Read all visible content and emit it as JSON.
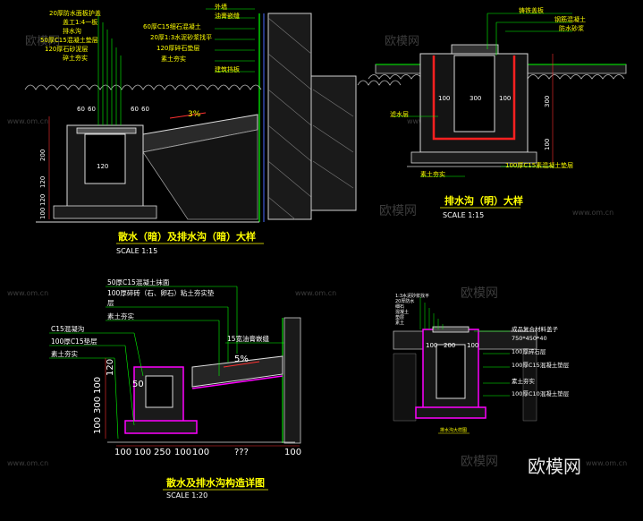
{
  "watermark": {
    "brand": "欧模网",
    "url": "www.om.cn"
  },
  "colors": {
    "yellow": "#ffff00",
    "white": "#ffffff",
    "magenta": "#ff00ff",
    "green": "#00ff00",
    "red": "#ff2020",
    "cyan": "#00ffff",
    "blue": "#4a6cff"
  },
  "panel1": {
    "title": "散水（暗）及排水沟（暗）大样",
    "scale": "SCALE 1:15",
    "slope": "3%",
    "labels_left": [
      "20厚防水面板护盖",
      "盖工1:4一板",
      "排水沟",
      "50厚C15混凝土垫层",
      "120厚石砂泥层",
      "碎土夯实"
    ],
    "labels_right": [
      "外墙",
      "油膏嵌缝",
      "60厚C15细石混凝土",
      "20厚1:3水泥砂浆找平",
      "120厚碎石垫层",
      "素土夯实",
      "建筑挡板"
    ],
    "dims_top": [
      "60",
      "60",
      "60",
      "60"
    ],
    "dims_mid": [
      "120"
    ],
    "dims_side": [
      "200",
      "120",
      "120",
      "100"
    ]
  },
  "panel2": {
    "title": "排水沟（明）大样",
    "scale": "SCALE 1:15",
    "labels": [
      "铸铁盖板",
      "钢筋混凝土",
      "防水砂浆",
      "滤水层",
      "100厚C15素混凝土垫层",
      "素土夯实"
    ],
    "dims": [
      "100",
      "300",
      "100",
      "300",
      "100"
    ]
  },
  "panel3": {
    "title": "散水及排水沟构造详图",
    "scale": "SCALE 1:20",
    "slope": "5%",
    "labels_top": [
      "50厚C15混凝土抹面",
      "100厚碎砖（石、卵石）粘土夯实垫",
      "层",
      "素土夯实"
    ],
    "labels_left": [
      "C15混凝沟",
      "100厚C15垫层",
      "素土夯实"
    ],
    "label_right": "15宽油膏嵌缝",
    "dim_50": "50",
    "dims_left": [
      "100",
      "300",
      "100",
      "120"
    ],
    "dims_bottom": [
      "100",
      "100",
      "250",
      "100",
      "100",
      "???",
      "100"
    ]
  },
  "panel4": {
    "labels_left": [
      "1:3水泥砂浆找平",
      "20厚防水",
      "细石",
      "混凝土",
      "垫层",
      "素土"
    ],
    "labels_right": [
      "成品复合材料盖子",
      "750*450*40",
      "100厚碎石层",
      "100厚C15混凝土垫层",
      "素土夯实",
      "100厚C10混凝土垫层"
    ],
    "dims": [
      "100",
      "200",
      "100"
    ],
    "caption": "排水沟大样图"
  }
}
